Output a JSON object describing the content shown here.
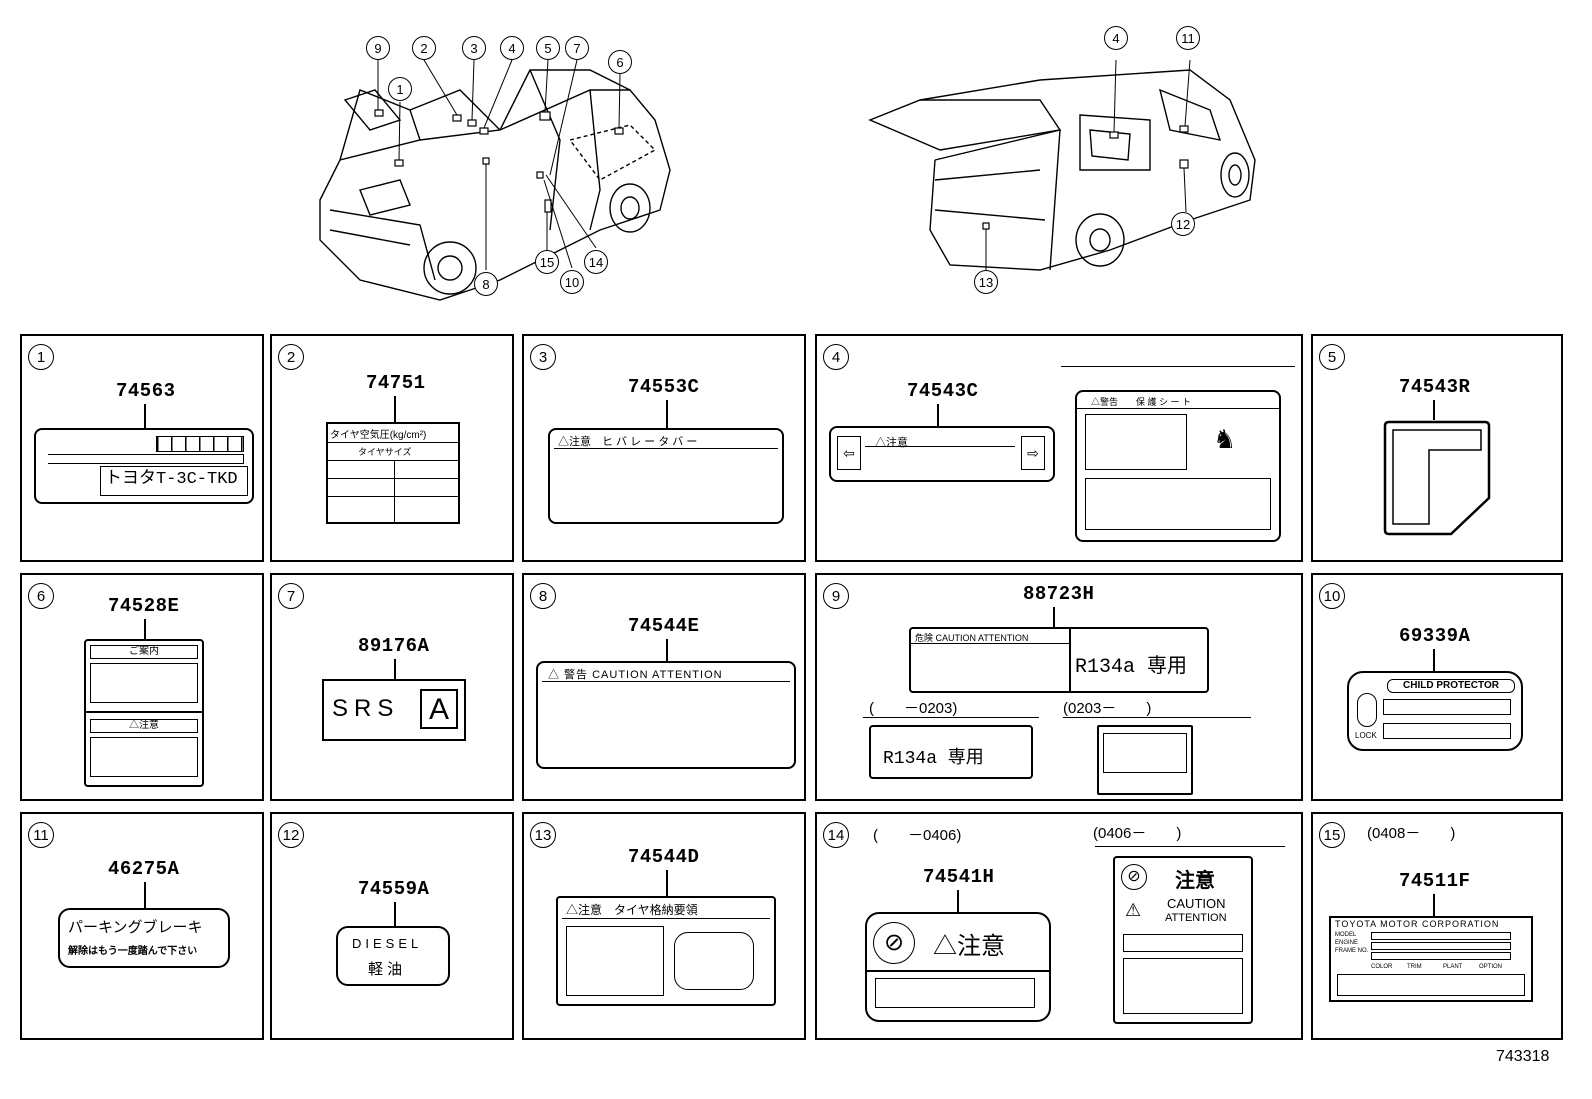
{
  "diagram_id": "743318",
  "callouts_front": [
    "9",
    "1",
    "2",
    "3",
    "4",
    "5",
    "7",
    "6",
    "8",
    "15",
    "10",
    "14"
  ],
  "callouts_rear": [
    "4",
    "11",
    "12",
    "13"
  ],
  "panels": [
    {
      "n": "1",
      "part": "74563",
      "text": "トヨタT-3C-TKD"
    },
    {
      "n": "2",
      "part": "74751",
      "row1": "タイヤ空気圧(kg/cm²)",
      "row2": "タイヤサイズ"
    },
    {
      "n": "3",
      "part": "74553C",
      "head": "△注意　ヒ バ レ ー タ バ ー"
    },
    {
      "n": "4",
      "part": "74543C",
      "head": "△注意",
      "right_head": "△警告　　保 護 シ ー ト"
    },
    {
      "n": "5",
      "part": "74543R"
    },
    {
      "n": "6",
      "part": "74528E",
      "head1": "ご案内",
      "head2": "△注意"
    },
    {
      "n": "7",
      "part": "89176A",
      "text1": "SRS",
      "text2": "A"
    },
    {
      "n": "8",
      "part": "74544E",
      "head": "△ 警告  CAUTION  ATTENTION"
    },
    {
      "n": "9",
      "part": "88723H",
      "head": "危険  CAUTION  ATTENTION",
      "r134": "R134a 専用",
      "range1": "(　　－0203)",
      "range2": "(0203－　　)",
      "r134b": "R134a 専用"
    },
    {
      "n": "10",
      "part": "69339A",
      "text": "CHILD PROTECTOR",
      "lock": "LOCK"
    },
    {
      "n": "11",
      "part": "46275A",
      "line1": "パーキングブレーキ",
      "line2": "解除はもう一度踏んで下さい"
    },
    {
      "n": "12",
      "part": "74559A",
      "line1": "DIESEL",
      "line2": "軽 油"
    },
    {
      "n": "13",
      "part": "74544D",
      "head": "△注意　タイヤ格納要領"
    },
    {
      "n": "14",
      "part": "74541H",
      "range1": "(　　－0406)",
      "range2": "(0406－　　)",
      "chui": "△注意",
      "chui2": "注意",
      "caution": "CAUTION",
      "attention": "ATTENTION"
    },
    {
      "n": "15",
      "part": "74511F",
      "range": "(0408－　　)",
      "maker": "TOYOTA MOTOR CORPORATION",
      "f1": "MODEL",
      "f2": "ENGINE",
      "f3": "FRAME NO.",
      "c1": "COLOR",
      "c2": "TRIM",
      "c3": "PLANT",
      "c4": "OPTION"
    }
  ]
}
